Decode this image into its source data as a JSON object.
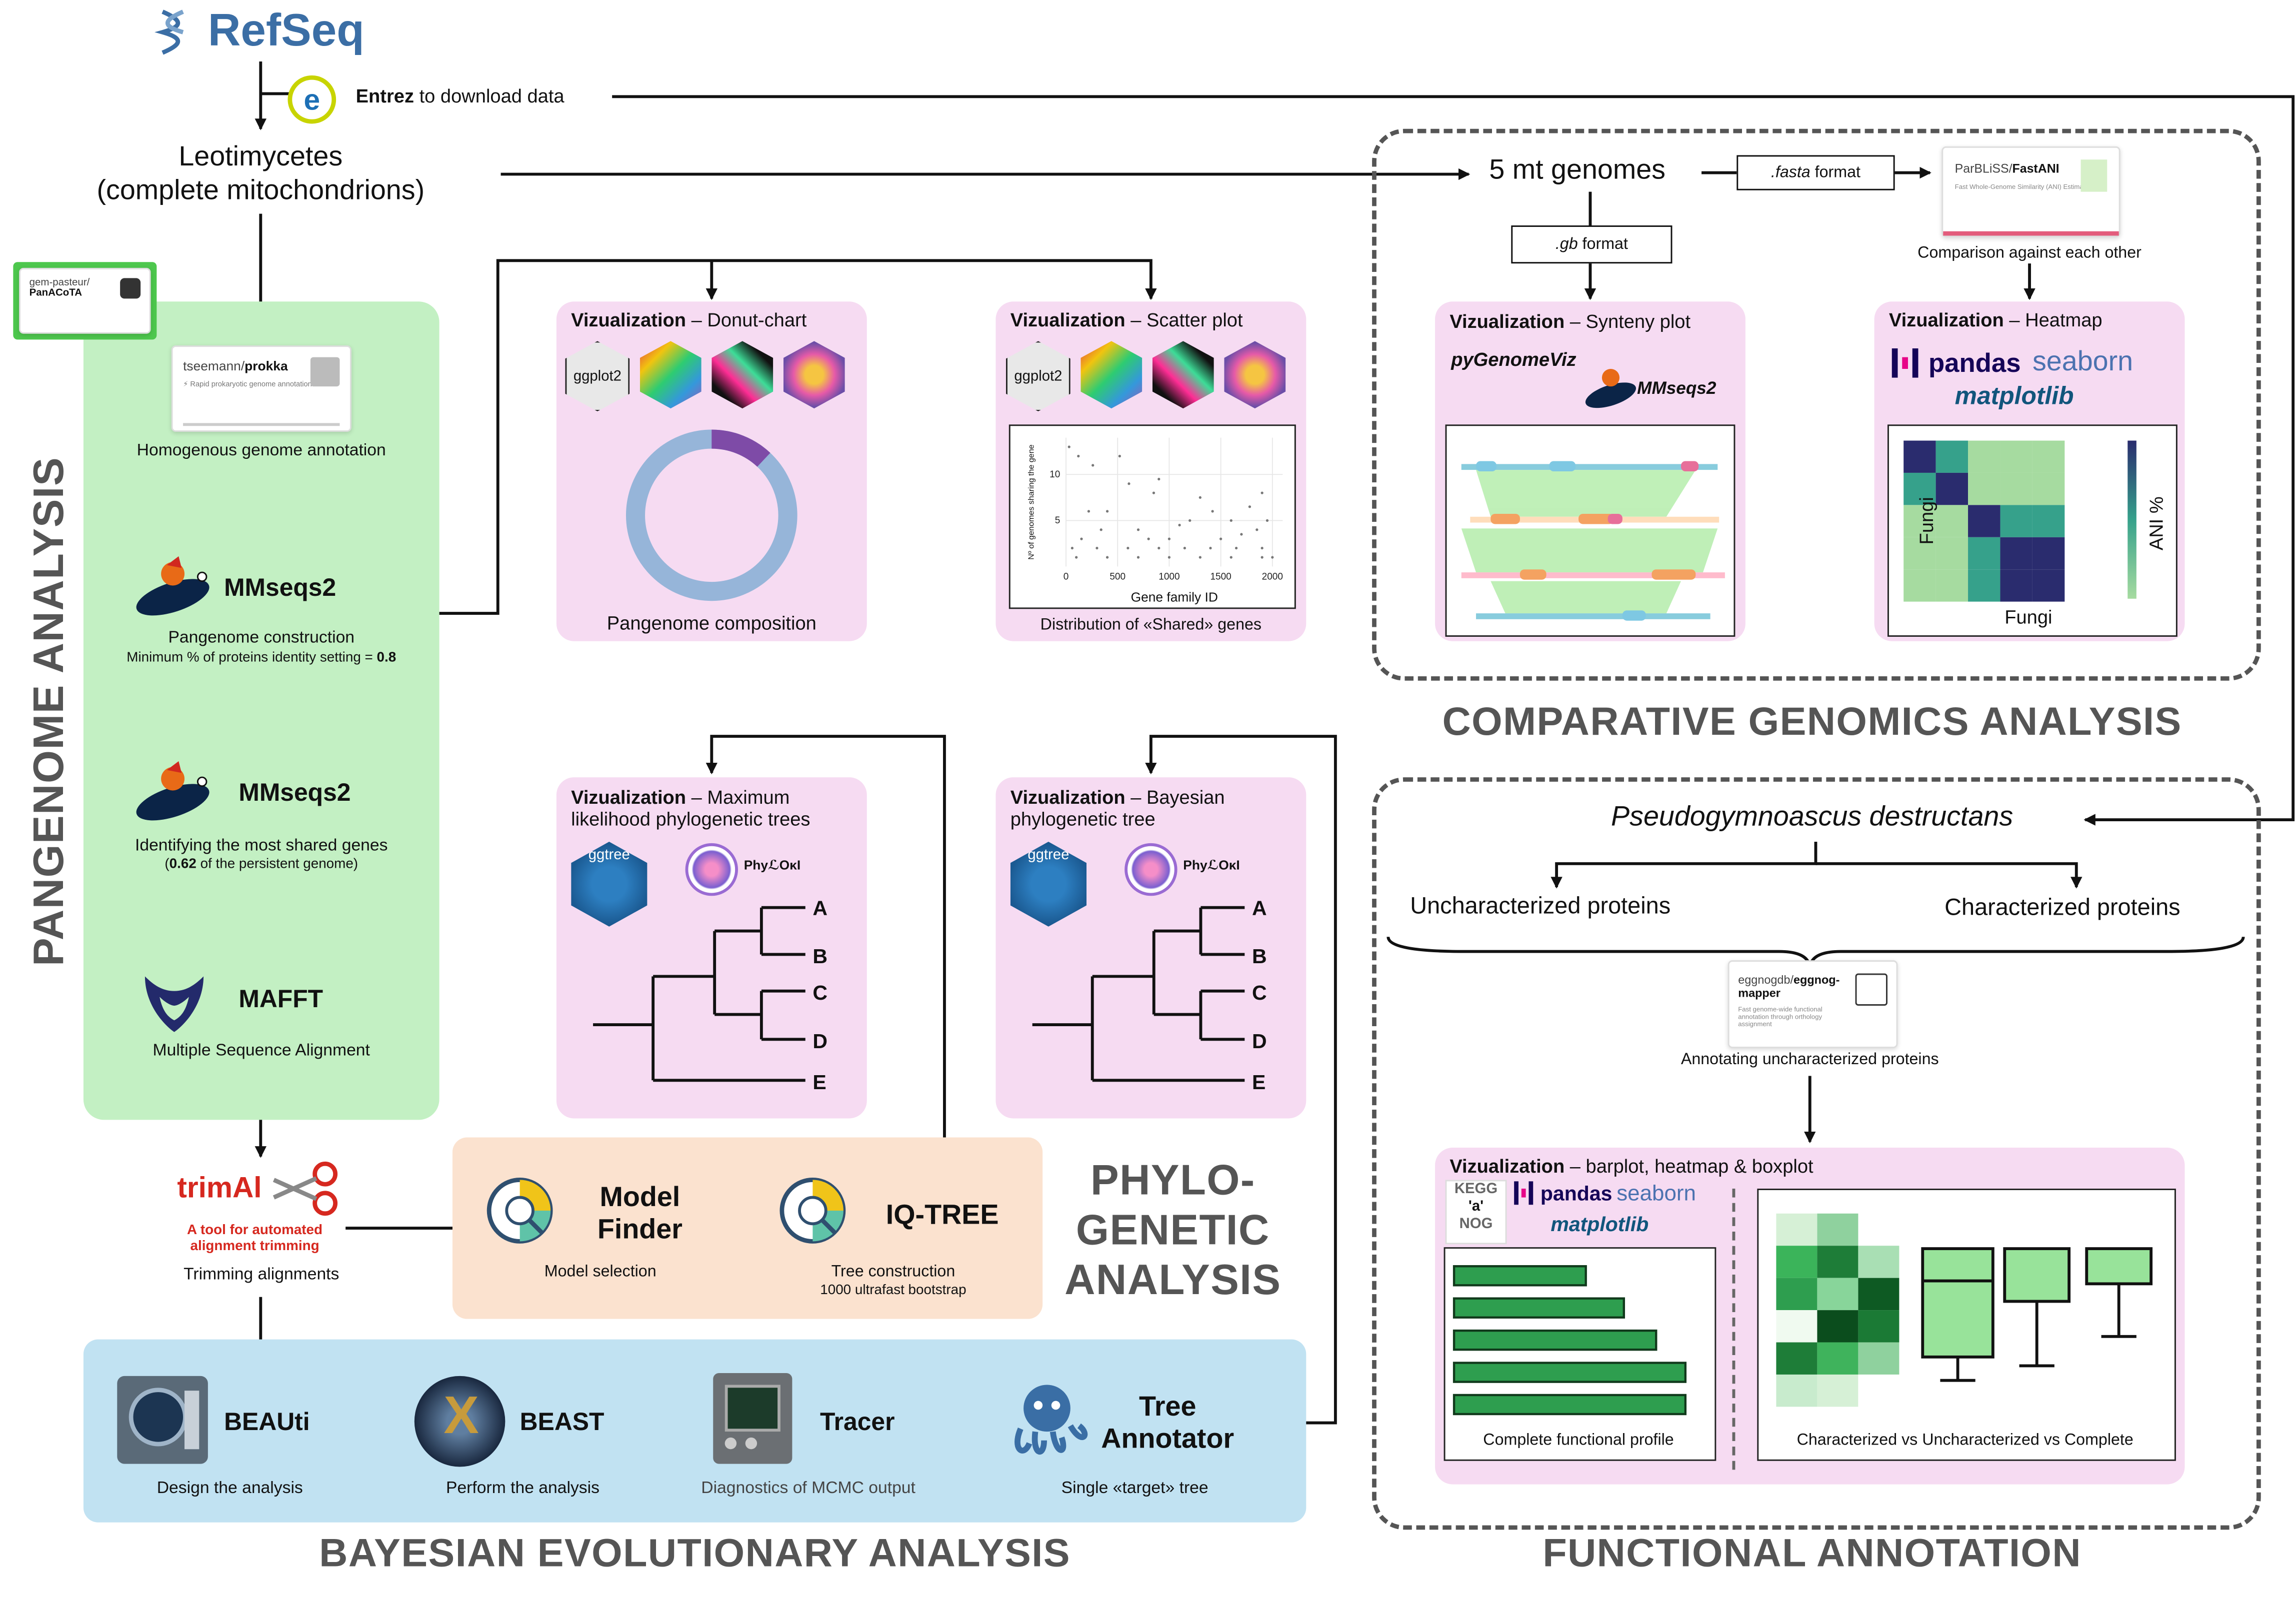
{
  "header": {
    "refseq": "RefSeq",
    "entrez_bold": "Entrez",
    "entrez_rest": " to download data",
    "leotio_line1": "Leotimycetes",
    "leotio_line2": "(complete mitochondrions)"
  },
  "pangenome": {
    "section_label": "PANGENOME ANALYSIS",
    "panacota_card": {
      "org": "gem-pasteur/",
      "repo": "PanACoTA"
    },
    "prokka_card": {
      "org": "tseemann/",
      "repo": "prokka",
      "desc": "⚡ Rapid prokaryotic genome annotation"
    },
    "homogenous_caption": "Homogenous genome annotation",
    "mmseqs_1": "MMseqs2",
    "pangenome_construction": "Pangenome construction",
    "identity_setting_pre": "Minimum % of proteins identity setting = ",
    "identity_setting_val": "0.8",
    "mmseqs_2": "MMseqs2",
    "shared_genes_line1": "Identifying the most shared genes",
    "shared_genes_line2_val": "0.62",
    "shared_genes_line2_post": " of the persistent genome)",
    "mafft": "MAFFT",
    "msa_caption": "Multiple Sequence Alignment"
  },
  "viz_donut": {
    "title_bold": "Vizualization",
    "title_rest": " – Donut-chart",
    "hex_logo": "ggplot2",
    "caption": "Pangenome composition",
    "fraction": 0.12
  },
  "viz_scatter": {
    "title_bold": "Vizualization",
    "title_rest": " – Scatter plot",
    "hex_logo": "ggplot2",
    "caption": "Distribution of «Shared» genes"
  },
  "chart_data": {
    "type": "scatter",
    "xlabel": "Gene family ID",
    "ylabel": "Nº of genomes sharing the gene",
    "xticks": [
      0,
      500,
      1000,
      1500,
      2000
    ],
    "yticks": [
      5,
      10
    ],
    "xlim": [
      0,
      2100
    ],
    "ylim": [
      0,
      14
    ],
    "grid": true,
    "points": [
      [
        30,
        13
      ],
      [
        120,
        12
      ],
      [
        260,
        11
      ],
      [
        220,
        6
      ],
      [
        400,
        6
      ],
      [
        520,
        12
      ],
      [
        610,
        9
      ],
      [
        850,
        8
      ],
      [
        900,
        9.5
      ],
      [
        1100,
        4.5
      ],
      [
        1200,
        5
      ],
      [
        1300,
        7.5
      ],
      [
        1420,
        6
      ],
      [
        1600,
        5
      ],
      [
        1780,
        6.5
      ],
      [
        1900,
        8
      ],
      [
        1950,
        5
      ],
      [
        340,
        4
      ],
      [
        700,
        4
      ],
      [
        1000,
        3
      ],
      [
        1500,
        3
      ],
      [
        1700,
        3.5
      ],
      [
        1850,
        4
      ],
      [
        150,
        3
      ],
      [
        800,
        3
      ],
      [
        60,
        2
      ],
      [
        300,
        2
      ],
      [
        600,
        2
      ],
      [
        900,
        2
      ],
      [
        1150,
        2
      ],
      [
        1400,
        2
      ],
      [
        1650,
        2
      ],
      [
        1900,
        2
      ],
      [
        100,
        1
      ],
      [
        400,
        1
      ],
      [
        700,
        1
      ],
      [
        1000,
        1
      ],
      [
        1300,
        1
      ],
      [
        1600,
        1
      ],
      [
        1900,
        1
      ],
      [
        2000,
        1
      ]
    ]
  },
  "phylo_ml": {
    "title_bold": "Vizualization",
    "title_rest": " – Maximum likelihood phylogenetic trees",
    "ggtree": "ggtree",
    "phylo_logo": "PhyℒOκI",
    "leaves": [
      "A",
      "B",
      "C",
      "D",
      "E"
    ]
  },
  "phylo_bayes": {
    "title_bold": "Vizualization",
    "title_rest": " – Bayesian phylogenetic tree",
    "ggtree": "ggtree",
    "phylo_logo": "PhyℒOκI",
    "leaves": [
      "A",
      "B",
      "C",
      "D",
      "E"
    ]
  },
  "phylogenetic": {
    "section_label_1": "PHYLO-",
    "section_label_2": "GENETIC",
    "section_label_3": "ANALYSIS",
    "trimal_name": "trimAl",
    "trimal_tag1": "A tool for automated",
    "trimal_tag2": "alignment trimming",
    "trimming_caption": "Trimming alignments",
    "modelfinder_1": "Model",
    "modelfinder_2": "Finder",
    "model_selection": "Model selection",
    "iqtree": "IQ-TREE",
    "tree_construction": "Tree construction",
    "bootstrap": "1000 ultrafast bootstrap"
  },
  "bayesian": {
    "section_label": "BAYESIAN EVOLUTIONARY ANALYSIS",
    "beauti": "BEAUti",
    "beauti_caption": "Design the analysis",
    "beast": "BEAST",
    "beast_caption": "Perform the analysis",
    "tracer": "Tracer",
    "tracer_caption": "Diagnostics of MCMC output",
    "treeannotator_1": "Tree",
    "treeannotator_2": "Annotator",
    "treeannotator_caption": "Single «target» tree"
  },
  "comparative": {
    "section_label": "COMPARATIVE GENOMICS ANALYSIS",
    "genomes": "5 mt genomes",
    "fasta_ital": ".fasta",
    "fasta_rest": " format",
    "gb_ital": ".gb",
    "gb_rest": " format",
    "fastani_card": {
      "org": "ParBLiSS/",
      "repo": "FastANI",
      "desc": "Fast Whole-Genome Similarity (ANI) Estimation"
    },
    "comparison_caption": "Comparison against each other",
    "synteny_title_bold": "Vizualization",
    "synteny_title_rest": " – Synteny plot",
    "pygenomeviz": "pyGenomeViz",
    "mmseqs": "MMseqs2",
    "heatmap_title_bold": "Vizualization",
    "heatmap_title_rest": " – Heatmap",
    "pandas": "pandas",
    "seaborn": "seaborn",
    "matplotlib": "matplotlib",
    "heatmap_xlabel": "Fungi",
    "heatmap_ylabel": "Fungi",
    "heatmap_colorbar": "ANI %"
  },
  "functional": {
    "section_label": "FUNCTIONAL ANNOTATION",
    "species": "Pseudogymnoascus destructans",
    "uncharacterized": "Uncharacterized proteins",
    "characterized": "Characterized proteins",
    "eggnog_card": {
      "org": "eggnogdb/",
      "repo": "eggnog-mapper",
      "desc": "Fast genome-wide functional annotation through orthology assignment"
    },
    "annotating_caption": "Annotating uncharacterized proteins",
    "viz_title_bold": "Vizualization",
    "viz_title_rest": " – barplot, heatmap & boxplot",
    "kegg": "KEGG",
    "kegg_a": "'a'",
    "nog": "NOG",
    "pandas": "pandas",
    "seaborn": "seaborn",
    "matplotlib": "matplotlib",
    "complete_profile": "Complete functional profile",
    "comparison_caption": "Characterized vs Uncharacterized vs Complete"
  },
  "colors": {
    "green_panel": "#c3f0c3",
    "pink_panel": "#f6dbf2",
    "orange_panel": "#fbe2cf",
    "blue_panel": "#c1e2f2",
    "refseq_blue": "#3b6ea5",
    "bar_green": "#2e9e4f"
  }
}
